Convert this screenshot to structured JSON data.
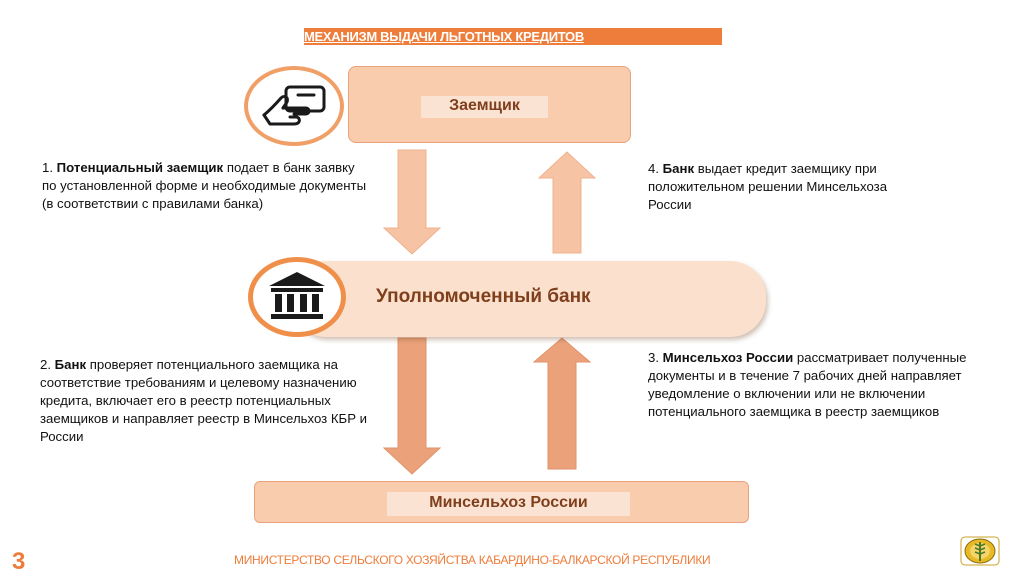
{
  "header": {
    "title": "МЕХАНИЗМ ВЫДАЧИ ЛЬГОТНЫХ КРЕДИТОВ"
  },
  "nodes": {
    "borrower": "Заемщик",
    "bank": "Уполномоченный банк",
    "ministry": "Минсельхоз России"
  },
  "steps": [
    {
      "num": "1.",
      "bold": "Потенциальный заемщик",
      "text": "подает в банк заявку по установленной форме и необходимые документы (в соответствии с правилами банка)"
    },
    {
      "num": "2.",
      "bold": "Банк",
      "text": "проверяет потенциального заемщика на соответствие требованиям и целевому назначению кредита, включает его в реестр потенциальных заемщиков и направляет реестр в Минсельхоз КБР и России"
    },
    {
      "num": "3.",
      "bold": "Минсельхоз России",
      "text": "рассматривает полученные документы и в течение 7 рабочих дней направляет уведомление о включении или не включении потенциального заемщика в реестр заемщиков"
    },
    {
      "num": "4.",
      "bold": "Банк",
      "text": "выдает кредит заемщику при положительном решении  Минсельхоза России"
    }
  ],
  "footer": {
    "page_number": "3",
    "organization": "МИНИСТЕРСТВО СЕЛЬСКОГО ХОЗЯЙСТВА КАБАРДИНО-БАЛКАРСКОЙ РЕСПУБЛИКИ"
  },
  "icons": {
    "borrower": "hand-card-icon",
    "bank": "bank-building-icon",
    "logo": "wheat-emblem-icon"
  },
  "colors": {
    "accent": "#ee7d3b",
    "box_fill": "#f9ccae",
    "label_fill": "#fbe3d3",
    "label_text": "#7f3f1c",
    "arrow_light": "#f6c4a4",
    "arrow_dark": "#eba27a"
  }
}
